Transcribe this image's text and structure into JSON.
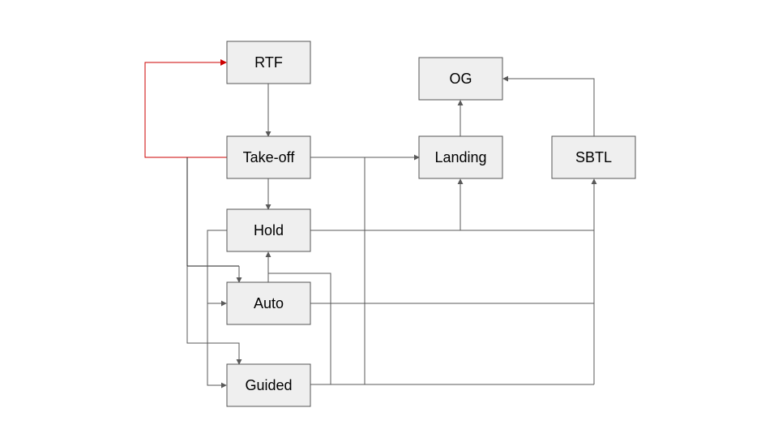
{
  "diagram": {
    "colors": {
      "box_fill": "#efefef",
      "box_stroke": "#555555",
      "edge": "#595959",
      "highlight_edge": "#cc0000",
      "dark_edge": "#222222"
    },
    "nodes": {
      "rtf": "RTF",
      "takeoff": "Take-off",
      "hold": "Hold",
      "auto": "Auto",
      "guided": "Guided",
      "og": "OG",
      "landing": "Landing",
      "sbtl": "SBTL"
    },
    "edges": [
      {
        "from": "RTF",
        "to": "Take-off"
      },
      {
        "from": "Take-off",
        "to": "RTF",
        "highlight": true
      },
      {
        "from": "Take-off",
        "to": "Hold"
      },
      {
        "from": "Take-off",
        "to": "Auto"
      },
      {
        "from": "Take-off",
        "to": "Guided"
      },
      {
        "from": "Take-off",
        "to": "Landing"
      },
      {
        "from": "Landing",
        "to": "OG"
      },
      {
        "from": "SBTL",
        "to": "OG"
      },
      {
        "from": "Hold",
        "to": "Landing"
      },
      {
        "from": "Hold",
        "to": "SBTL"
      },
      {
        "from": "Hold",
        "to": "Auto"
      },
      {
        "from": "Hold",
        "to": "Guided"
      },
      {
        "from": "Auto",
        "to": "Hold"
      },
      {
        "from": "Auto",
        "to": "SBTL"
      },
      {
        "from": "Guided",
        "to": "Hold"
      },
      {
        "from": "Guided",
        "to": "SBTL"
      },
      {
        "from": "Guided",
        "to": "Landing"
      }
    ]
  }
}
